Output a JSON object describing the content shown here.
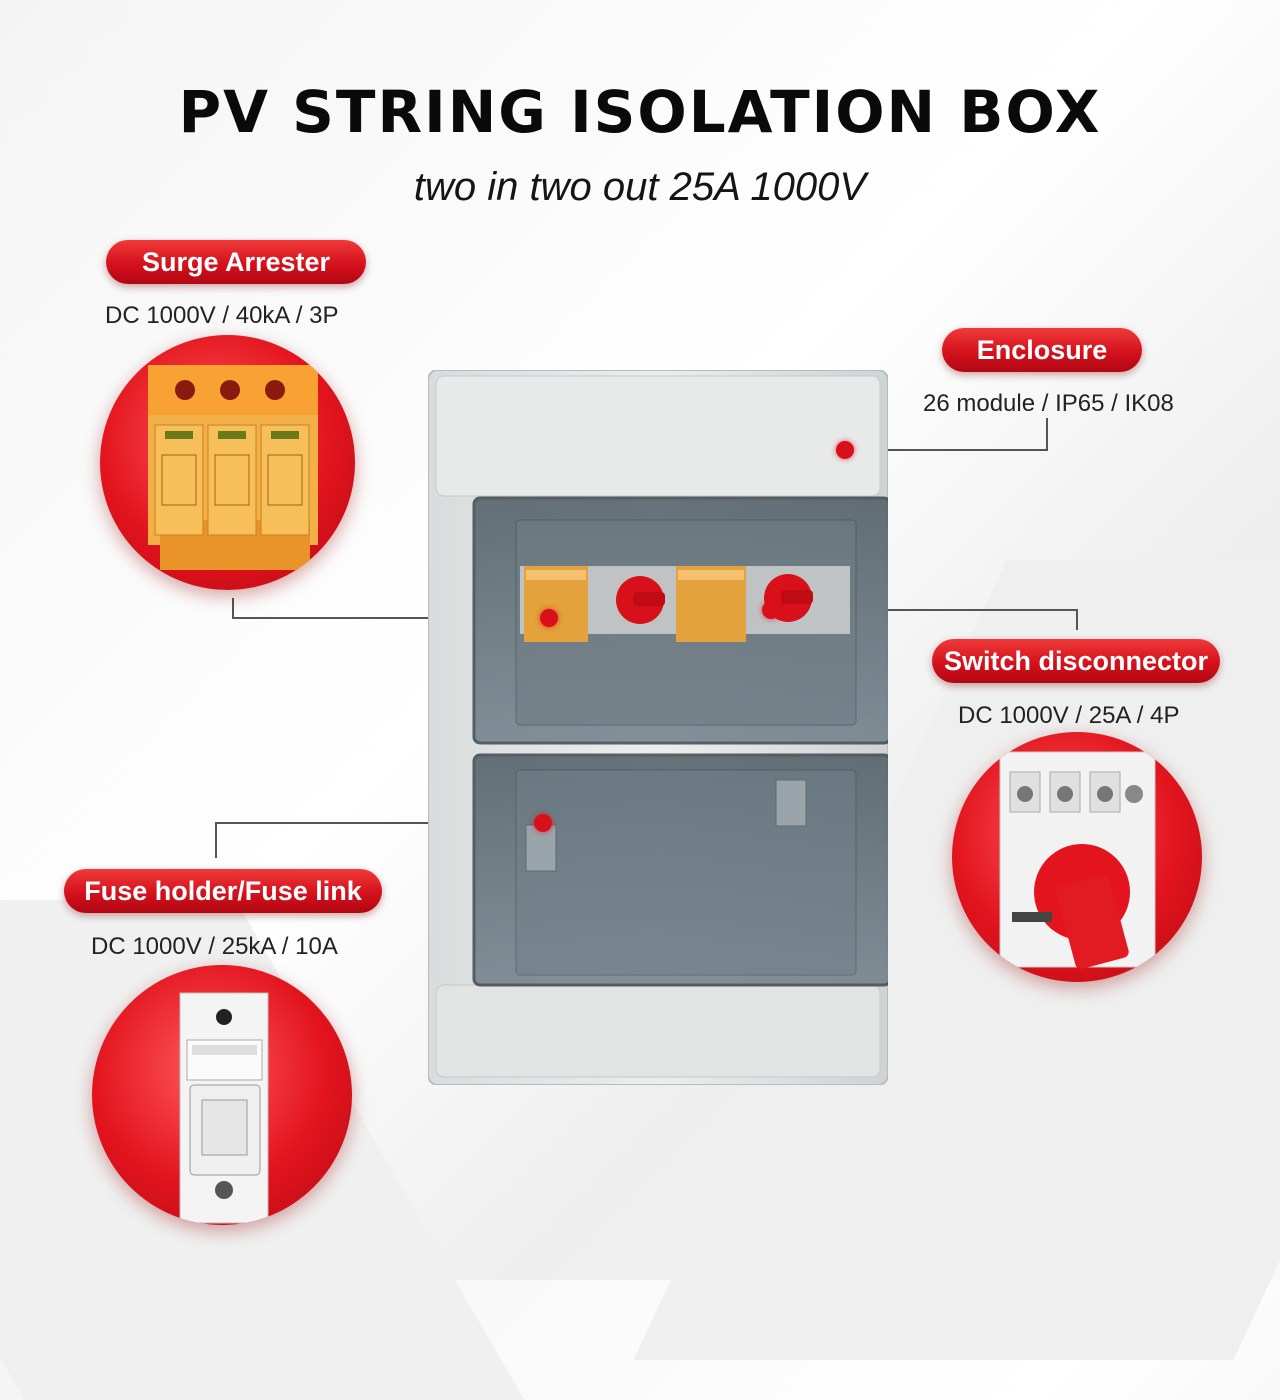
{
  "header": {
    "title": "PV STRING ISOLATION BOX",
    "subtitle": "two in two out 25A 1000V"
  },
  "callouts": {
    "surge_arrester": {
      "label": "Surge Arrester",
      "spec": "DC 1000V / 40kA / 3P"
    },
    "enclosure": {
      "label": "Enclosure",
      "spec": "26 module / IP65 / IK08"
    },
    "switch_disconnector": {
      "label": "Switch disconnector",
      "spec": "DC 1000V / 25A / 4P"
    },
    "fuse_holder": {
      "label": "Fuse holder/Fuse link",
      "spec": "DC 1000V / 25kA / 10A"
    }
  },
  "colors": {
    "accent_red": "#d4111c",
    "surge_orange": "#f5a53a",
    "enclosure_grey": "#e6e8e8",
    "door_smoke": "#5e6e76"
  },
  "icons": {
    "surge": "surge-arrester-icon",
    "switch": "rotary-switch-icon",
    "fuse": "fuse-holder-icon",
    "box": "enclosure-icon"
  }
}
